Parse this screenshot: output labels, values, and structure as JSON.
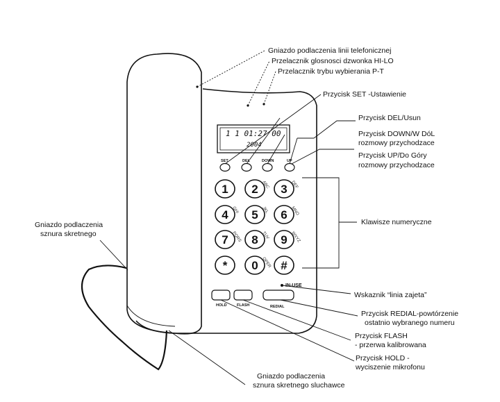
{
  "labels": {
    "line_socket": "Gniazdo podlaczenia linii telefonicznej",
    "ringer_switch": "Przelacznik glosnosci dzwonka HI-LO",
    "dial_mode_switch": "Przelacznik trybu wybierania P-T",
    "set_button": "Przycisk SET -Ustawienie",
    "del_button": "Przycisk DEL/Usun",
    "down_button_1": "Przycisk DOWN/W DóL",
    "down_button_2": "rozmowy przychodzace",
    "up_button_1": "Przycisk UP/Do Góry",
    "up_button_2": "rozmowy przychodzace",
    "keypad": "Klawisze numeryczne",
    "in_use_indicator": "Wskaznik “linia zajeta”",
    "redial_1": "Przycisk REDIAL-powtórzenie",
    "redial_2": "ostatnio wybranego numeru",
    "flash_1": "Przycisk FLASH",
    "flash_2": "- przerwa kalibrowana",
    "hold_1": "Przycisk HOLD -",
    "hold_2": "wyciszenie mikrofonu",
    "base_cord_1": "Gniazdo podlaczenia",
    "base_cord_2": "sznura skretnego",
    "handset_cord_1": "Gniazdo podlaczenia",
    "handset_cord_2": "sznura skretnego  sluchawce"
  },
  "phone": {
    "display_line1": "1 1 01:27  00",
    "display_line2": "2004",
    "fn_buttons": [
      "SET",
      "DEL",
      "DOWN",
      "UP"
    ],
    "in_use": "IN-USE",
    "hold": "HOLD",
    "flash": "FLASH",
    "redial": "REDIAL",
    "keys": [
      {
        "main": "1",
        "sub": ""
      },
      {
        "main": "2",
        "sub": "ABC"
      },
      {
        "main": "3",
        "sub": "DEF"
      },
      {
        "main": "4",
        "sub": "GHI"
      },
      {
        "main": "5",
        "sub": "JKL"
      },
      {
        "main": "6",
        "sub": "MNO"
      },
      {
        "main": "7",
        "sub": "PQRS"
      },
      {
        "main": "8",
        "sub": "TUV"
      },
      {
        "main": "9",
        "sub": "WXYZ"
      },
      {
        "main": "*",
        "sub": ""
      },
      {
        "main": "0",
        "sub": "OPER"
      },
      {
        "main": "#",
        "sub": ""
      }
    ]
  }
}
